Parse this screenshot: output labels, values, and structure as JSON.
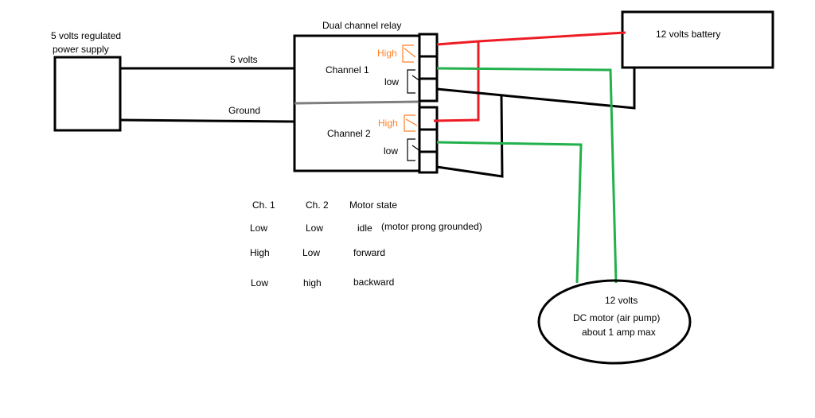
{
  "colors": {
    "wire_black": "#000000",
    "wire_red": "#ed1c24",
    "wire_green": "#22b14c",
    "wire_gray": "#7f7f7f",
    "high_label": "#ff7f27"
  },
  "power_supply": {
    "label_line1": "5 volts regulated",
    "label_line2": "power supply"
  },
  "wires": {
    "five_volts": "5 volts",
    "ground": "Ground"
  },
  "relay": {
    "title": "Dual channel relay",
    "channel1": {
      "label": "Channel 1",
      "high": "High",
      "low": "low"
    },
    "channel2": {
      "label": "Channel 2",
      "high": "High",
      "low": "low"
    }
  },
  "battery": {
    "label": "12 volts battery"
  },
  "motor": {
    "line1": "12 volts",
    "line2": "DC motor (air pump)",
    "line3": "about 1 amp max"
  },
  "state_table": {
    "headers": [
      "Ch. 1",
      "Ch. 2",
      "Motor state"
    ],
    "rows": [
      {
        "ch1": "Low",
        "ch2": "Low",
        "state": "idle",
        "note": "(motor prong grounded)"
      },
      {
        "ch1": "High",
        "ch2": "Low",
        "state": "forward",
        "note": ""
      },
      {
        "ch1": "Low",
        "ch2": "high",
        "state": "backward",
        "note": ""
      }
    ]
  }
}
